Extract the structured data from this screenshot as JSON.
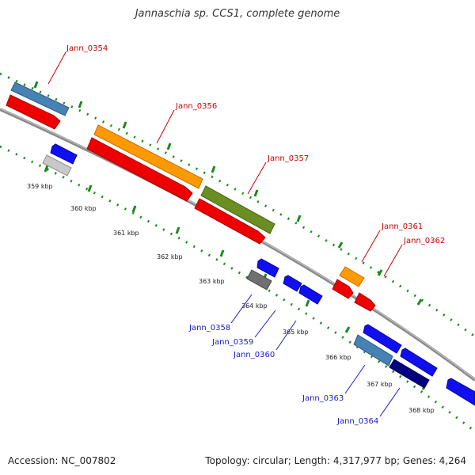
{
  "title": "Jannaschia sp. CCS1, complete genome",
  "footer": {
    "accession": "Accession: NC_007802",
    "summary": "Topology: circular; Length: 4,317,977 bp; Genes: 4,264"
  },
  "colors": {
    "backbone": "#8a8a8a",
    "tick": "#1a8a1a",
    "forward_label": "#cc0000",
    "reverse_label": "#1a1acc"
  },
  "kbp_labels": [
    "359 kbp",
    "360 kbp",
    "361 kbp",
    "362 kbp",
    "363 kbp",
    "364 kbp",
    "365 kbp",
    "366 kbp",
    "367 kbp",
    "368 kbp"
  ],
  "gene_labels": {
    "forward": [
      "Jann_0354",
      "Jann_0356",
      "Jann_0357",
      "Jann_0361",
      "Jann_0362"
    ],
    "reverse": [
      "Jann_0358",
      "Jann_0359",
      "Jann_0360",
      "Jann_0363",
      "Jann_0364"
    ]
  }
}
